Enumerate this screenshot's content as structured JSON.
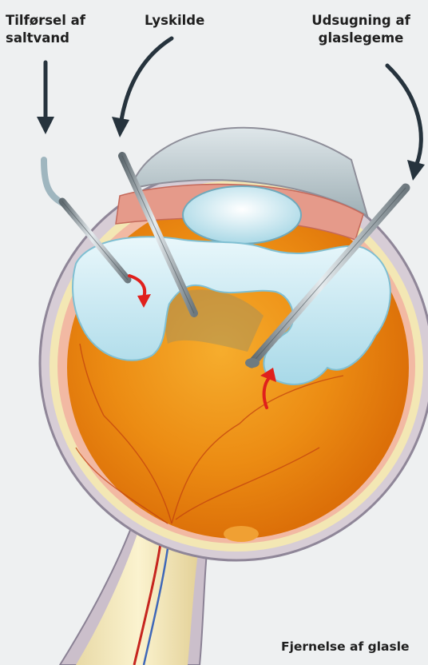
{
  "labels": {
    "saline_line1": "Tilførsel af",
    "saline_line2": "saltvand",
    "light_source": "Lyskilde",
    "suction_line1": "Udsugning af",
    "suction_line2": "glaslegeme",
    "caption": "Fjernelse af glasle"
  },
  "colors": {
    "background": "#eef0f1",
    "retina_orange": "#e9840e",
    "vitreous_blue": "#c9e9f2",
    "arrow_dark": "#26333d",
    "flow_arrow_red": "#e0201c",
    "sclera": "#cfc6cf"
  },
  "icons": {
    "pointer_arrows": "curved-arrow-icon",
    "flow_arrows": "curved-red-arrow-icon"
  }
}
